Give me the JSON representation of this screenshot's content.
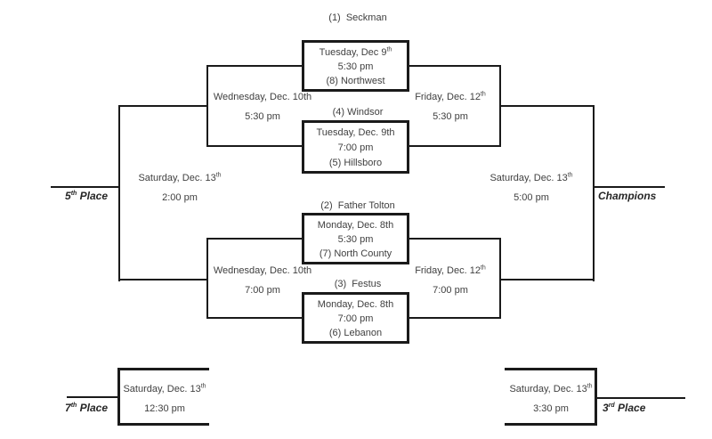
{
  "colors": {
    "line": "#1a1a1a",
    "text": "#404040"
  },
  "games": {
    "round1": [
      {
        "top_seed": "(1)  Seckman",
        "date": "Tuesday, Dec 9",
        "date_sup": "th",
        "time": "5:30 pm",
        "bottom_seed": "(8) Northwest"
      },
      {
        "top_seed": "(4) Windsor",
        "date": "Tuesday, Dec. 9th",
        "date_sup": "",
        "time": "7:00 pm",
        "bottom_seed": "(5) Hillsboro"
      },
      {
        "top_seed": "(2)  Father Tolton",
        "date": "Monday, Dec. 8th",
        "date_sup": "",
        "time": "5:30 pm",
        "bottom_seed": "(7) North County"
      },
      {
        "top_seed": "(3)  Festus",
        "date": "Monday, Dec. 8th",
        "date_sup": "",
        "time": "7:00 pm",
        "bottom_seed": "(6) Lebanon"
      }
    ],
    "wednesday": [
      {
        "date": "Wednesday, Dec. 10th",
        "date_sup": "",
        "time": "5:30 pm"
      },
      {
        "date": "Wednesday, Dec. 10th",
        "date_sup": "",
        "time": "7:00 pm"
      }
    ],
    "friday": [
      {
        "date": "Friday, Dec. 12",
        "date_sup": "th",
        "time": "5:30 pm"
      },
      {
        "date": "Friday, Dec. 12",
        "date_sup": "th",
        "time": "7:00 pm"
      }
    ],
    "fifth": {
      "date": "Saturday, Dec. 13",
      "date_sup": "th",
      "time": "2:00 pm",
      "label_num": "5",
      "label_sup": "th",
      "label_rest": " Place"
    },
    "championship": {
      "date": "Saturday, Dec. 13",
      "date_sup": "th",
      "time": "5:00 pm",
      "label": "Champions"
    },
    "seventh": {
      "date": "Saturday, Dec. 13",
      "date_sup": "th",
      "time": "12:30 pm",
      "label_num": "7",
      "label_sup": "th",
      "label_rest": " Place"
    },
    "third": {
      "date": "Saturday, Dec. 13",
      "date_sup": "th",
      "time": "3:30 pm",
      "label_num": "3",
      "label_sup": "rd",
      "label_rest": " Place"
    }
  }
}
